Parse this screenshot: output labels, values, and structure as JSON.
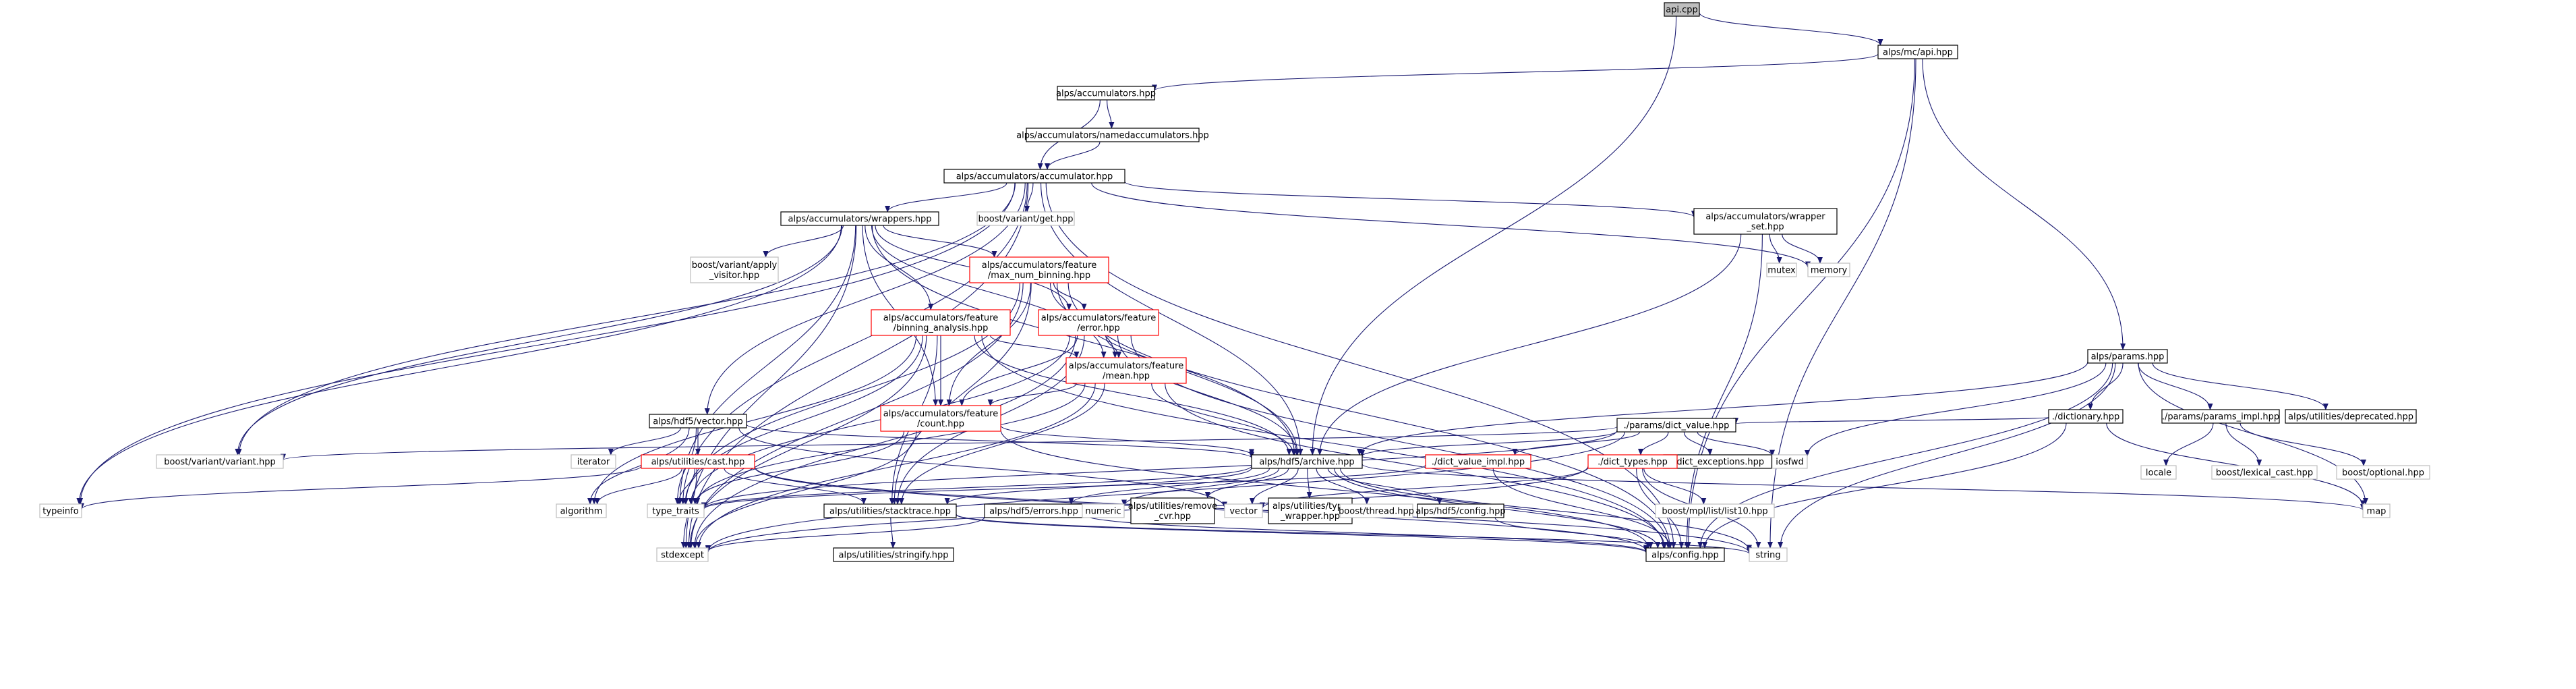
{
  "colors": {
    "edge": "#191970",
    "box_black": "#000000",
    "box_gray": "#bfbfbf",
    "box_red": "#ff0000",
    "root_fill": "#bfbfbf",
    "node_fill": "#ffffff",
    "text": "#000000"
  },
  "nodes": [
    {
      "id": "api_cpp",
      "lines": [
        "api.cpp"
      ],
      "style": "root"
    },
    {
      "id": "mc_api",
      "lines": [
        "alps/mc/api.hpp"
      ],
      "style": "black"
    },
    {
      "id": "accumulators",
      "lines": [
        "alps/accumulators.hpp"
      ],
      "style": "black"
    },
    {
      "id": "namedacc",
      "lines": [
        "alps/accumulators/namedaccumulators.hpp"
      ],
      "style": "black"
    },
    {
      "id": "accumulator",
      "lines": [
        "alps/accumulators/accumulator.hpp"
      ],
      "style": "black"
    },
    {
      "id": "wrappers",
      "lines": [
        "alps/accumulators/wrappers.hpp"
      ],
      "style": "black"
    },
    {
      "id": "variant_get",
      "lines": [
        "boost/variant/get.hpp"
      ],
      "style": "gray"
    },
    {
      "id": "wrapper_set",
      "lines": [
        "alps/accumulators/wrapper",
        "_set.hpp"
      ],
      "style": "black"
    },
    {
      "id": "mutex",
      "lines": [
        "mutex"
      ],
      "style": "gray"
    },
    {
      "id": "memory",
      "lines": [
        "memory"
      ],
      "style": "gray"
    },
    {
      "id": "apply_visitor",
      "lines": [
        "boost/variant/apply",
        "_visitor.hpp"
      ],
      "style": "gray"
    },
    {
      "id": "max_num_binning",
      "lines": [
        "alps/accumulators/feature",
        "/max_num_binning.hpp"
      ],
      "style": "red"
    },
    {
      "id": "binning_analysis",
      "lines": [
        "alps/accumulators/feature",
        "/binning_analysis.hpp"
      ],
      "style": "red"
    },
    {
      "id": "error",
      "lines": [
        "alps/accumulators/feature",
        "/error.hpp"
      ],
      "style": "red"
    },
    {
      "id": "mean",
      "lines": [
        "alps/accumulators/feature",
        "/mean.hpp"
      ],
      "style": "red"
    },
    {
      "id": "count",
      "lines": [
        "alps/accumulators/feature",
        "/count.hpp"
      ],
      "style": "red"
    },
    {
      "id": "hdf5_vector",
      "lines": [
        "alps/hdf5/vector.hpp"
      ],
      "style": "black"
    },
    {
      "id": "variant",
      "lines": [
        "boost/variant/variant.hpp"
      ],
      "style": "gray"
    },
    {
      "id": "iterator",
      "lines": [
        "iterator"
      ],
      "style": "gray"
    },
    {
      "id": "utilities_cast",
      "lines": [
        "alps/utilities/cast.hpp"
      ],
      "style": "red"
    },
    {
      "id": "typeinfo",
      "lines": [
        "typeinfo"
      ],
      "style": "gray"
    },
    {
      "id": "algorithm",
      "lines": [
        "algorithm"
      ],
      "style": "gray"
    },
    {
      "id": "type_traits",
      "lines": [
        "type_traits"
      ],
      "style": "gray"
    },
    {
      "id": "stdexcept",
      "lines": [
        "stdexcept"
      ],
      "style": "gray"
    },
    {
      "id": "stacktrace",
      "lines": [
        "alps/utilities/stacktrace.hpp"
      ],
      "style": "black"
    },
    {
      "id": "stringify",
      "lines": [
        "alps/utilities/stringify.hpp"
      ],
      "style": "black"
    },
    {
      "id": "hdf5_archive",
      "lines": [
        "alps/hdf5/archive.hpp"
      ],
      "style": "black"
    },
    {
      "id": "hdf5_errors",
      "lines": [
        "alps/hdf5/errors.hpp"
      ],
      "style": "black"
    },
    {
      "id": "numeric",
      "lines": [
        "numeric"
      ],
      "style": "gray"
    },
    {
      "id": "remove_cvr",
      "lines": [
        "alps/utilities/remove",
        "_cvr.hpp"
      ],
      "style": "black"
    },
    {
      "id": "vector",
      "lines": [
        "vector"
      ],
      "style": "gray"
    },
    {
      "id": "type_wrapper",
      "lines": [
        "alps/utilities/type",
        "_wrapper.hpp"
      ],
      "style": "black"
    },
    {
      "id": "boost_thread",
      "lines": [
        "boost/thread.hpp"
      ],
      "style": "gray"
    },
    {
      "id": "hdf5_config",
      "lines": [
        "alps/hdf5/config.hpp"
      ],
      "style": "black"
    },
    {
      "id": "alps_config",
      "lines": [
        "alps/config.hpp"
      ],
      "style": "black"
    },
    {
      "id": "string",
      "lines": [
        "string"
      ],
      "style": "gray"
    },
    {
      "id": "dict_value_impl",
      "lines": [
        "./dict_value_impl.hpp"
      ],
      "style": "red"
    },
    {
      "id": "dict_value",
      "lines": [
        "./params/dict_value.hpp"
      ],
      "style": "black"
    },
    {
      "id": "dict_exceptions",
      "lines": [
        "./dict_exceptions.hpp"
      ],
      "style": "black"
    },
    {
      "id": "iosfwd",
      "lines": [
        "iosfwd"
      ],
      "style": "gray"
    },
    {
      "id": "dict_types",
      "lines": [
        "./dict_types.hpp"
      ],
      "style": "red"
    },
    {
      "id": "list10",
      "lines": [
        "boost/mpl/list/list10.hpp"
      ],
      "style": "gray"
    },
    {
      "id": "params",
      "lines": [
        "alps/params.hpp"
      ],
      "style": "black"
    },
    {
      "id": "dictionary",
      "lines": [
        "./dictionary.hpp"
      ],
      "style": "black"
    },
    {
      "id": "params_impl",
      "lines": [
        "./params/params_impl.hpp"
      ],
      "style": "black"
    },
    {
      "id": "deprecated",
      "lines": [
        "alps/utilities/deprecated.hpp"
      ],
      "style": "black"
    },
    {
      "id": "locale",
      "lines": [
        "locale"
      ],
      "style": "gray"
    },
    {
      "id": "lexical_cast",
      "lines": [
        "boost/lexical_cast.hpp"
      ],
      "style": "gray"
    },
    {
      "id": "optional",
      "lines": [
        "boost/optional.hpp"
      ],
      "style": "gray"
    },
    {
      "id": "map",
      "lines": [
        "map"
      ],
      "style": "gray"
    }
  ],
  "edges": [
    [
      "api_cpp",
      "mc_api"
    ],
    [
      "api_cpp",
      "hdf5_archive"
    ],
    [
      "mc_api",
      "accumulators"
    ],
    [
      "mc_api",
      "params"
    ],
    [
      "mc_api",
      "alps_config"
    ],
    [
      "mc_api",
      "string"
    ],
    [
      "accumulators",
      "namedacc"
    ],
    [
      "accumulators",
      "accumulator"
    ],
    [
      "namedacc",
      "accumulator"
    ],
    [
      "accumulator",
      "wrappers"
    ],
    [
      "accumulator",
      "variant_get"
    ],
    [
      "accumulator",
      "wrapper_set"
    ],
    [
      "accumulator",
      "memory"
    ],
    [
      "accumulator",
      "hdf5_vector"
    ],
    [
      "accumulator",
      "hdf5_archive"
    ],
    [
      "accumulator",
      "variant"
    ],
    [
      "accumulator",
      "typeinfo"
    ],
    [
      "accumulator",
      "stdexcept"
    ],
    [
      "accumulator",
      "type_traits"
    ],
    [
      "accumulator",
      "alps_config"
    ],
    [
      "wrappers",
      "apply_visitor"
    ],
    [
      "wrappers",
      "max_num_binning"
    ],
    [
      "wrappers",
      "binning_analysis"
    ],
    [
      "wrappers",
      "error"
    ],
    [
      "wrappers",
      "mean"
    ],
    [
      "wrappers",
      "count"
    ],
    [
      "wrappers",
      "hdf5_archive"
    ],
    [
      "wrappers",
      "variant"
    ],
    [
      "wrappers",
      "typeinfo"
    ],
    [
      "wrappers",
      "stdexcept"
    ],
    [
      "wrappers",
      "type_traits"
    ],
    [
      "wrapper_set",
      "mutex"
    ],
    [
      "wrapper_set",
      "memory"
    ],
    [
      "wrapper_set",
      "hdf5_archive"
    ],
    [
      "wrapper_set",
      "alps_config"
    ],
    [
      "max_num_binning",
      "error"
    ],
    [
      "max_num_binning",
      "mean"
    ],
    [
      "max_num_binning",
      "count"
    ],
    [
      "max_num_binning",
      "hdf5_archive"
    ],
    [
      "max_num_binning",
      "stacktrace"
    ],
    [
      "max_num_binning",
      "type_traits"
    ],
    [
      "max_num_binning",
      "stdexcept"
    ],
    [
      "max_num_binning",
      "alps_config"
    ],
    [
      "binning_analysis",
      "mean"
    ],
    [
      "binning_analysis",
      "count"
    ],
    [
      "binning_analysis",
      "hdf5_archive"
    ],
    [
      "binning_analysis",
      "stacktrace"
    ],
    [
      "binning_analysis",
      "type_traits"
    ],
    [
      "binning_analysis",
      "stdexcept"
    ],
    [
      "binning_analysis",
      "algorithm"
    ],
    [
      "binning_analysis",
      "alps_config"
    ],
    [
      "error",
      "mean"
    ],
    [
      "error",
      "count"
    ],
    [
      "error",
      "hdf5_archive"
    ],
    [
      "error",
      "stacktrace"
    ],
    [
      "error",
      "type_traits"
    ],
    [
      "error",
      "stdexcept"
    ],
    [
      "error",
      "alps_config"
    ],
    [
      "mean",
      "count"
    ],
    [
      "mean",
      "hdf5_archive"
    ],
    [
      "mean",
      "stacktrace"
    ],
    [
      "mean",
      "type_traits"
    ],
    [
      "mean",
      "stdexcept"
    ],
    [
      "mean",
      "alps_config"
    ],
    [
      "count",
      "hdf5_archive"
    ],
    [
      "count",
      "type_traits"
    ],
    [
      "count",
      "stdexcept"
    ],
    [
      "count",
      "alps_config"
    ],
    [
      "hdf5_vector",
      "iterator"
    ],
    [
      "hdf5_vector",
      "utilities_cast"
    ],
    [
      "hdf5_vector",
      "algorithm"
    ],
    [
      "hdf5_vector",
      "type_traits"
    ],
    [
      "hdf5_vector",
      "hdf5_archive"
    ],
    [
      "hdf5_vector",
      "vector"
    ],
    [
      "utilities_cast",
      "typeinfo"
    ],
    [
      "utilities_cast",
      "algorithm"
    ],
    [
      "utilities_cast",
      "type_traits"
    ],
    [
      "utilities_cast",
      "stdexcept"
    ],
    [
      "utilities_cast",
      "stacktrace"
    ],
    [
      "utilities_cast",
      "alps_config"
    ],
    [
      "utilities_cast",
      "string"
    ],
    [
      "stacktrace",
      "stringify"
    ],
    [
      "stacktrace",
      "alps_config"
    ],
    [
      "stacktrace",
      "string"
    ],
    [
      "hdf5_archive",
      "stacktrace"
    ],
    [
      "hdf5_archive",
      "hdf5_errors"
    ],
    [
      "hdf5_archive",
      "numeric"
    ],
    [
      "hdf5_archive",
      "remove_cvr"
    ],
    [
      "hdf5_archive",
      "vector"
    ],
    [
      "hdf5_archive",
      "type_wrapper"
    ],
    [
      "hdf5_archive",
      "boost_thread"
    ],
    [
      "hdf5_archive",
      "hdf5_config"
    ],
    [
      "hdf5_archive",
      "map"
    ],
    [
      "hdf5_archive",
      "string"
    ],
    [
      "hdf5_archive",
      "type_traits"
    ],
    [
      "hdf5_archive",
      "alps_config"
    ],
    [
      "hdf5_errors",
      "alps_config"
    ],
    [
      "hdf5_errors",
      "stdexcept"
    ],
    [
      "hdf5_config",
      "alps_config"
    ],
    [
      "params",
      "dictionary"
    ],
    [
      "params",
      "params_impl"
    ],
    [
      "params",
      "deprecated"
    ],
    [
      "params",
      "hdf5_archive"
    ],
    [
      "params",
      "iosfwd"
    ],
    [
      "params",
      "map"
    ],
    [
      "params",
      "alps_config"
    ],
    [
      "params",
      "string"
    ],
    [
      "dictionary",
      "dict_value"
    ],
    [
      "dictionary",
      "map"
    ],
    [
      "dictionary",
      "alps_config"
    ],
    [
      "params_impl",
      "locale"
    ],
    [
      "params_impl",
      "lexical_cast"
    ],
    [
      "params_impl",
      "optional"
    ],
    [
      "dict_value",
      "dict_value_impl"
    ],
    [
      "dict_value",
      "dict_exceptions"
    ],
    [
      "dict_value",
      "iosfwd"
    ],
    [
      "dict_value",
      "dict_types"
    ],
    [
      "dict_value",
      "hdf5_archive"
    ],
    [
      "dict_value",
      "variant"
    ],
    [
      "dict_value",
      "type_traits"
    ],
    [
      "dict_value",
      "stdexcept"
    ],
    [
      "dict_value_impl",
      "type_traits"
    ],
    [
      "dict_value_impl",
      "alps_config"
    ],
    [
      "dict_types",
      "vector"
    ],
    [
      "dict_types",
      "list10"
    ],
    [
      "dict_types",
      "string"
    ],
    [
      "dict_types",
      "stdexcept"
    ],
    [
      "dict_types",
      "alps_config"
    ]
  ]
}
